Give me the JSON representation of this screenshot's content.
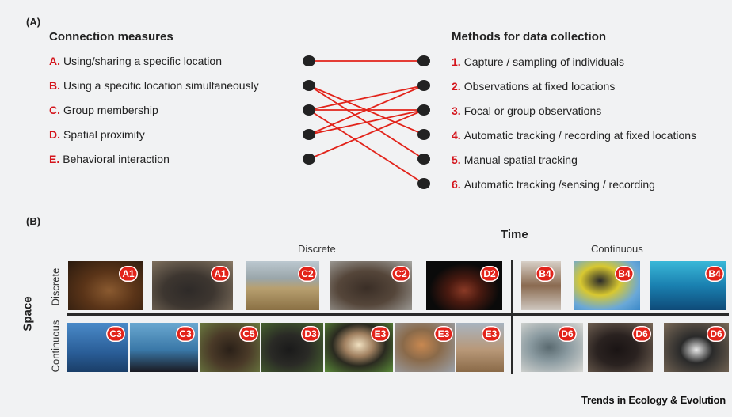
{
  "panel_a": {
    "label": "(A)",
    "left_title": "Connection measures",
    "right_title": "Methods for data collection",
    "connection_measures": [
      {
        "letter": "A.",
        "text": "Using/sharing a specific location"
      },
      {
        "letter": "B.",
        "text": "Using a specific location simultaneously"
      },
      {
        "letter": "C.",
        "text": "Group membership"
      },
      {
        "letter": "D.",
        "text": "Spatial proximity"
      },
      {
        "letter": "E.",
        "text": "Behavioral interaction"
      }
    ],
    "methods": [
      {
        "number": "1.",
        "text": "Capture / sampling of individuals"
      },
      {
        "number": "2.",
        "text": "Observations at fixed locations"
      },
      {
        "number": "3.",
        "text": "Focal or group observations"
      },
      {
        "number": "4.",
        "text": "Automatic tracking / recording at fixed locations"
      },
      {
        "number": "5.",
        "text": "Manual spatial tracking"
      },
      {
        "number": "6.",
        "text": "Automatic tracking /sensing / recording"
      }
    ],
    "links": [
      [
        "A",
        "1"
      ],
      [
        "B",
        "4"
      ],
      [
        "B",
        "5"
      ],
      [
        "C",
        "2"
      ],
      [
        "C",
        "3"
      ],
      [
        "C",
        "6"
      ],
      [
        "D",
        "2"
      ],
      [
        "D",
        "3"
      ],
      [
        "E",
        "3"
      ]
    ],
    "line_color": "#e2231a",
    "node_color": "#222222"
  },
  "panel_b": {
    "label": "(B)",
    "time_label": "Time",
    "space_label": "Space",
    "discrete_time": "Discrete",
    "continuous_time": "Continuous",
    "discrete_space": "Discrete",
    "continuous_space": "Continuous",
    "badges_top": [
      "A1",
      "A1",
      "C2",
      "C2",
      "D2",
      "B4",
      "B4",
      "B4"
    ],
    "badges_bottom": [
      "C3",
      "C3",
      "C5",
      "D3",
      "E3",
      "E3",
      "E3",
      "D6",
      "D6",
      "D6"
    ],
    "badge_color": "#e2231a"
  },
  "credit": "Trends in Ecology & Evolution"
}
